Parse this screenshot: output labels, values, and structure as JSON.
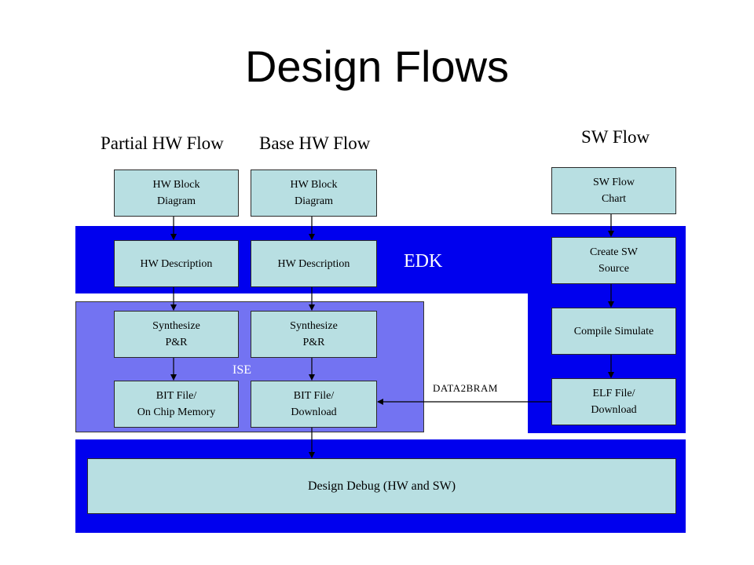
{
  "title": "Design Flows",
  "headers": {
    "partial_hw": "Partial HW Flow",
    "base_hw": "Base HW Flow",
    "sw": "SW Flow"
  },
  "regions": {
    "edk": "EDK",
    "ise": "ISE"
  },
  "partial_hw_flow": {
    "block_diagram": "HW Block\nDiagram",
    "description": "HW Description",
    "synthesize": "Synthesize\nP&R",
    "bit_file": "BIT File/\nOn Chip Memory"
  },
  "base_hw_flow": {
    "block_diagram": "HW Block\nDiagram",
    "description": "HW Description",
    "synthesize": "Synthesize\nP&R",
    "bit_file": "BIT File/\nDownload"
  },
  "sw_flow": {
    "flow_chart": "SW Flow\nChart",
    "create_source": "Create SW\nSource",
    "compile_simulate": "Compile Simulate",
    "elf_file": "ELF File/\nDownload"
  },
  "data2bram": "DATA2BRAM",
  "design_debug": "Design Debug (HW and SW)",
  "colors": {
    "region_dark": "#0000ee",
    "region_light": "#7373f2",
    "box_fill": "#b8dfe2"
  }
}
